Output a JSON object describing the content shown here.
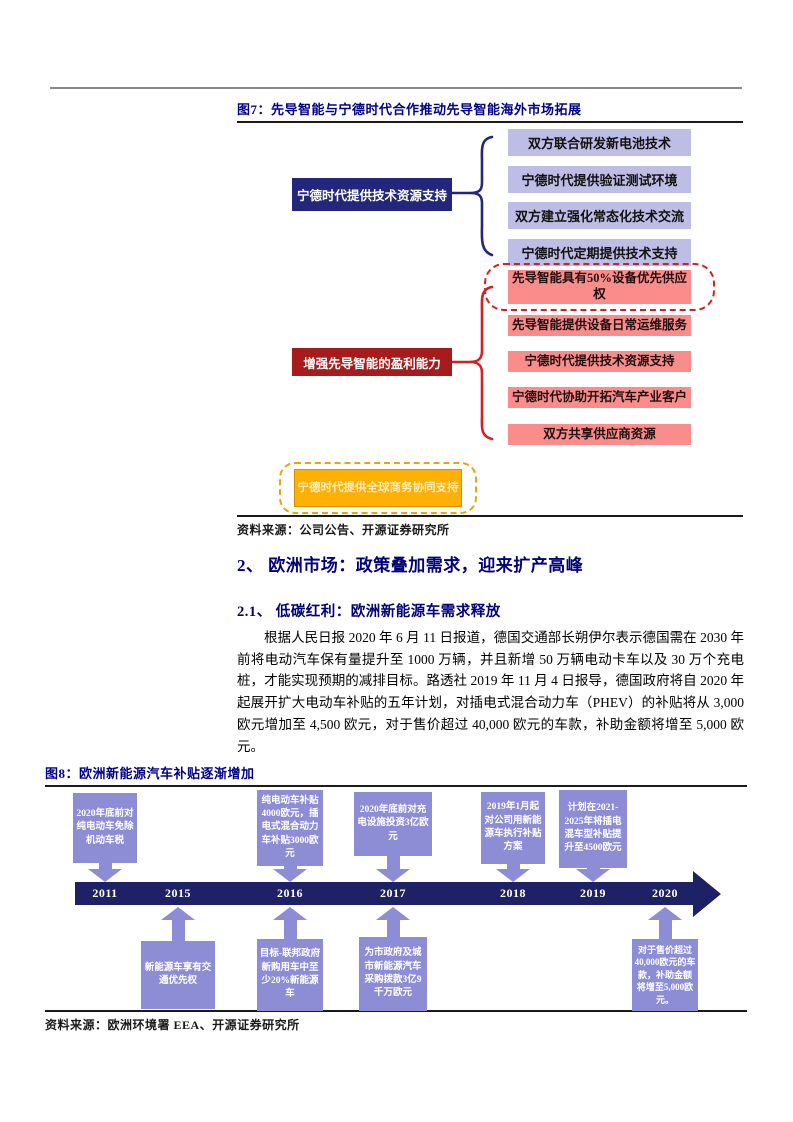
{
  "fig7": {
    "label": "图7：",
    "title": "先导智能与宁德时代合作推动先导智能海外市场拓展",
    "catl_support_box": "宁德时代提供技术资源支持",
    "tech_items": [
      "双方联合研发新电池技术",
      "宁德时代提供验证测试环境",
      "双方建立强化常态化技术交流",
      "宁德时代定期提供技术支持"
    ],
    "profit_box": "增强先导智能的盈利能力",
    "profit_items": [
      "先导智能具有50%设备优先供应权",
      "先导智能提供设备日常运维服务",
      "宁德时代提供技术资源支持",
      "宁德时代协助开拓汽车产业客户",
      "双方共享供应商资源"
    ],
    "global_box": "宁德时代提供全球商务协同支持",
    "source": "资料来源：公司公告、开源证券研究所"
  },
  "section": {
    "heading": "2、 欧洲市场：政策叠加需求，迎来扩产高峰",
    "subheading": "2.1、 低碳红利：欧洲新能源车需求释放",
    "paragraph": "根据人民日报 2020 年 6 月 11 日报道，德国交通部长朔伊尔表示德国需在 2030 年前将电动汽车保有量提升至 1000 万辆，并且新增 50 万辆电动卡车以及 30 万个充电桩，才能实现预期的减排目标。路透社 2019 年 11 月 4 日报导，德国政府将自 2020 年起展开扩大电动车补贴的五年计划，对插电式混合动力车（PHEV）的补贴将从 3,000 欧元增加至 4,500 欧元，对于售价超过 40,000 欧元的车款，补助金额将增至 5,000 欧元。"
  },
  "fig8": {
    "label": "图8：",
    "title": "欧洲新能源汽车补贴逐渐增加",
    "years": [
      "2011",
      "2015",
      "2016",
      "2017",
      "2018",
      "2019",
      "2020"
    ],
    "events_above": [
      {
        "year": "2011",
        "text": "2020年底前对纯电动车免除机动车税"
      },
      {
        "year": "2016",
        "text": "纯电动车补贴4000欧元，插电式混合动力车补贴3000欧元"
      },
      {
        "year": "2017",
        "text": "2020年底前对充电设施投资3亿欧元"
      },
      {
        "year": "2018",
        "text": "2019年1月起对公司用新能源车执行补贴方案"
      },
      {
        "year": "2019",
        "text": "计划在2021-2025年将插电混车型补贴提升至4500欧元"
      }
    ],
    "events_below": [
      {
        "year": "2015",
        "text": "新能源车享有交通优先权"
      },
      {
        "year": "2016",
        "text": "目标-联邦政府新购用车中至少20%新能源车"
      },
      {
        "year": "2017",
        "text": "为市政府及城市新能源汽车采购拨款3亿9千万欧元"
      },
      {
        "year": "2020",
        "text": "对于售价超过40,000欧元的车款，补助金额将增至5,000欧元。"
      }
    ],
    "source": "资料来源：欧洲环境署 EEA、开源证券研究所"
  },
  "colors": {
    "navy": "#23277B",
    "timeline_navy": "#1F2166",
    "lavender": "#BDBDE6",
    "pink": "#FA8C8C",
    "dark_red": "#A61C1C",
    "orange": "#FFB005",
    "purple": "#8D8DD6",
    "title_navy": "#00008B"
  }
}
